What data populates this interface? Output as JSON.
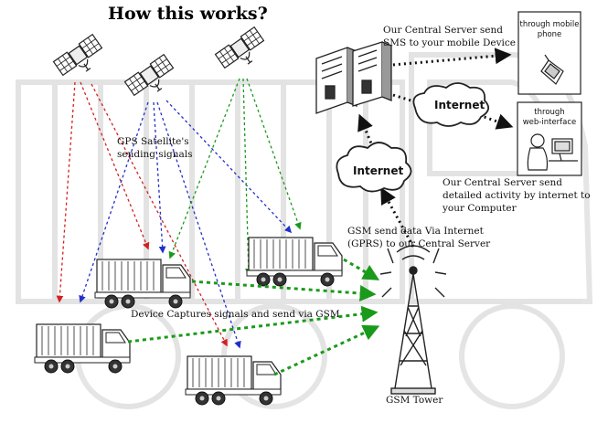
{
  "title": "How this works?",
  "labels": {
    "satellite_signals": [
      "GPS Satellite's",
      "sending signals"
    ],
    "device_captures": "Device Captures signals and send via GSM",
    "gsm_send": [
      "GSM send data Via Internet",
      "(GPRS) to our Central Server"
    ],
    "server_sms": [
      "Our Central Server send",
      "SMS to your mobile Device"
    ],
    "server_internet": [
      "Our Central Server send",
      "detailed activity by internet to",
      "your Computer"
    ],
    "gsm_tower": "GSM Tower",
    "internet_top": "Internet",
    "internet_mid": "Internet",
    "mobile_box": [
      "through mobile",
      "phone"
    ],
    "web_box": [
      "through",
      "web-interface"
    ]
  },
  "icons": {
    "satellite": "satellite-icon",
    "truck": "truck-icon",
    "server": "server-icon",
    "tower": "gsm-tower-icon",
    "phone": "mobile-phone-icon",
    "computer": "computer-user-icon",
    "cloud": "internet-cloud-icon"
  },
  "colors": {
    "red": "#d42020",
    "blue": "#2030c8",
    "green": "#1a9a1a",
    "black": "#111111"
  }
}
